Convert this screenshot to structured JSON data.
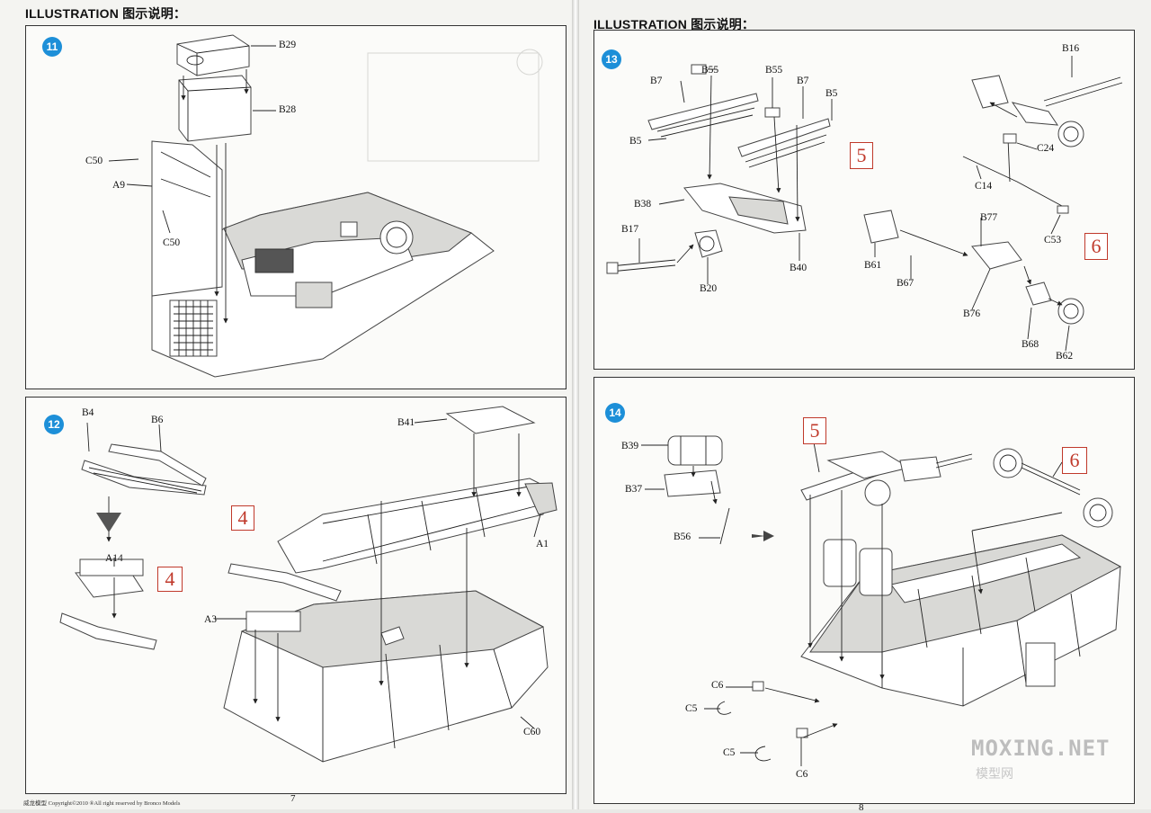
{
  "header": {
    "left_title": "ILLUSTRATION 图示说明：",
    "right_title": "ILLUSTRATION 图示说明："
  },
  "steps": [
    {
      "number": "11",
      "labels": [
        {
          "id": "b29",
          "text": "B29"
        },
        {
          "id": "b28",
          "text": "B28"
        },
        {
          "id": "c50a",
          "text": "C50"
        },
        {
          "id": "a9",
          "text": "A9"
        },
        {
          "id": "c50b",
          "text": "C50"
        }
      ]
    },
    {
      "number": "12",
      "labels": [
        {
          "id": "b4",
          "text": "B4"
        },
        {
          "id": "b6",
          "text": "B6"
        },
        {
          "id": "b41",
          "text": "B41"
        },
        {
          "id": "a14",
          "text": "A14"
        },
        {
          "id": "a1",
          "text": "A1"
        },
        {
          "id": "a3",
          "text": "A3"
        },
        {
          "id": "c60",
          "text": "C60"
        }
      ],
      "refs": [
        "4",
        "4"
      ]
    },
    {
      "number": "13",
      "labels": [
        {
          "id": "b55a",
          "text": "B55"
        },
        {
          "id": "b55b",
          "text": "B55"
        },
        {
          "id": "b7a",
          "text": "B7"
        },
        {
          "id": "b7b",
          "text": "B7"
        },
        {
          "id": "b5a",
          "text": "B5"
        },
        {
          "id": "b5b",
          "text": "B5"
        },
        {
          "id": "b38",
          "text": "B38"
        },
        {
          "id": "b17",
          "text": "B17"
        },
        {
          "id": "b20",
          "text": "B20"
        },
        {
          "id": "b40",
          "text": "B40"
        },
        {
          "id": "b16",
          "text": "B16"
        },
        {
          "id": "c24",
          "text": "C24"
        },
        {
          "id": "c14",
          "text": "C14"
        },
        {
          "id": "c53",
          "text": "C53"
        },
        {
          "id": "b77",
          "text": "B77"
        },
        {
          "id": "b61",
          "text": "B61"
        },
        {
          "id": "b67",
          "text": "B67"
        },
        {
          "id": "b76",
          "text": "B76"
        },
        {
          "id": "b68",
          "text": "B68"
        },
        {
          "id": "b62",
          "text": "B62"
        }
      ],
      "refs": [
        "5",
        "6"
      ]
    },
    {
      "number": "14",
      "labels": [
        {
          "id": "b39",
          "text": "B39"
        },
        {
          "id": "b37",
          "text": "B37"
        },
        {
          "id": "b56",
          "text": "B56"
        },
        {
          "id": "c6a",
          "text": "C6"
        },
        {
          "id": "c5a",
          "text": "C5"
        },
        {
          "id": "c5b",
          "text": "C5"
        },
        {
          "id": "c6b",
          "text": "C6"
        }
      ],
      "refs": [
        "5",
        "6"
      ]
    }
  ],
  "footer": {
    "credit": "威龙模型  Copyright©2010  ®All right reserved by Bronco Models",
    "page_left": "7",
    "page_right": "8"
  },
  "watermark": {
    "text": "MOXING.NET",
    "sub": "模型网"
  },
  "colors": {
    "badge": "#1d8fd8",
    "reference_box": "#c0392b",
    "panel_border": "#333333"
  }
}
